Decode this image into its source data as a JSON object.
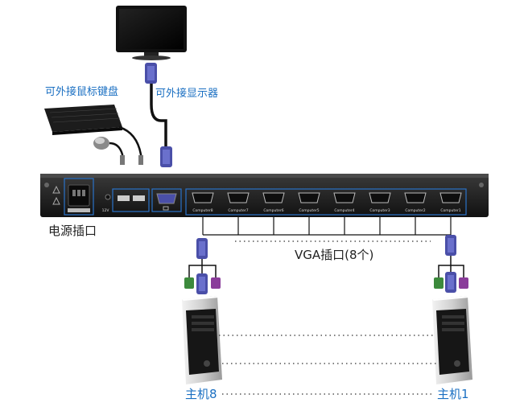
{
  "labels": {
    "mouse_keyboard": "可外接鼠标键盘",
    "monitor": "可外接显示器",
    "power_port": "电源插口",
    "vga_ports": "VGA插口(8个)",
    "host_left": "主机8",
    "host_right": "主机1"
  },
  "panel": {
    "voltage_label": "12V",
    "ports": [
      "Computer8",
      "Computer7",
      "Computer6",
      "Computer5",
      "Computer4",
      "Computer3",
      "Computer2",
      "Computer1"
    ]
  },
  "colors": {
    "label_blue": "#1a6fc2",
    "vga_blue": "#4a4fa8",
    "ps2_green": "#3c8a3c",
    "ps2_purple": "#8a3c9a",
    "panel_dark": "#1a1a1a"
  }
}
